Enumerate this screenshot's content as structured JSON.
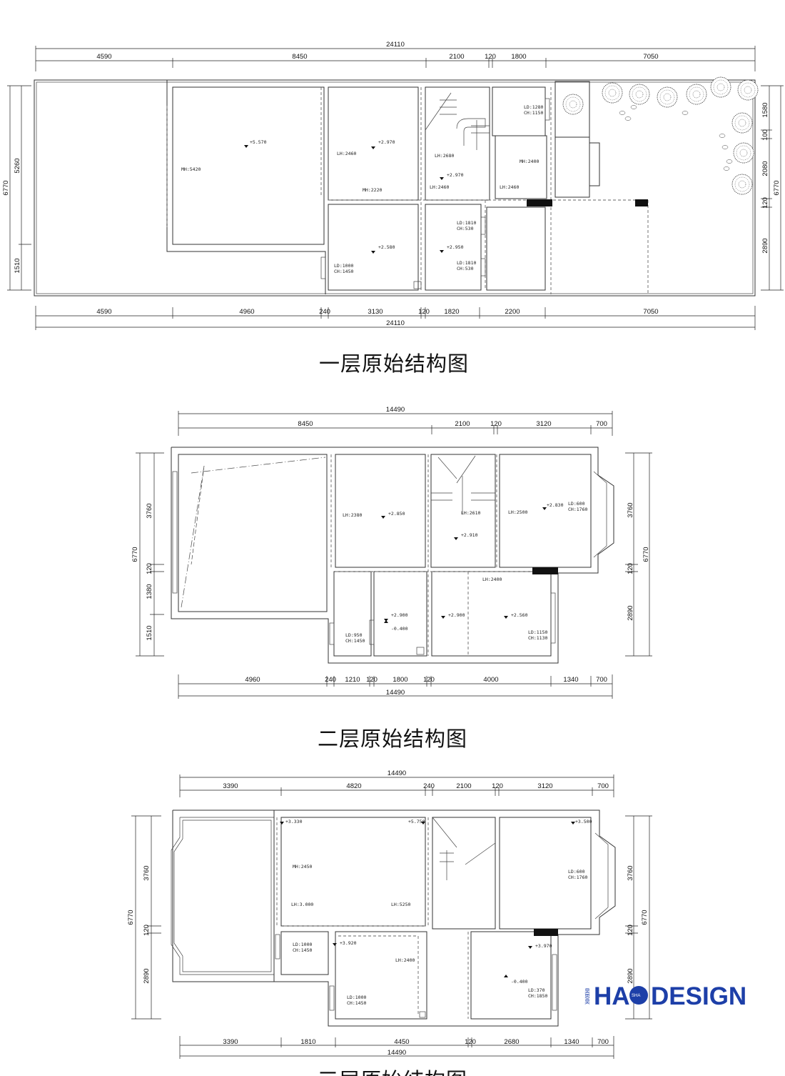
{
  "brand": {
    "logo_cn": "昊思昊",
    "logo_hao": "HA",
    "logo_small": "SHA",
    "logo_design": "DESIGN",
    "color": "#1d3fa8"
  },
  "plan1": {
    "title": "一层原始结构图",
    "dims_top_total": "24110",
    "dims_top": [
      "4590",
      "8450",
      "2100",
      "120",
      "1800",
      "7050"
    ],
    "dims_bottom": [
      "4590",
      "4960",
      "240",
      "3130",
      "120",
      "1820",
      "2200",
      "7050"
    ],
    "dims_bottom_total": "24110",
    "dims_left": [
      "6770",
      "5260",
      "1510"
    ],
    "dims_right": [
      "1580",
      "100",
      "2080",
      "120",
      "2890",
      "6770"
    ],
    "notes": {
      "lev1": "+5.570",
      "lev2": "+2.970",
      "lev3": "+2.970",
      "lev4": "+2.580",
      "lev5": "+2.950",
      "mh1": "MH:5420",
      "mh2": "MH:2220",
      "mh3": "MH:2400",
      "lh1": "LH:2460",
      "lh2": "LH:2680",
      "lh3": "LH:2460",
      "lh4": "LH:2460",
      "ld1a": "LD:1280",
      "ch1a": "CH:1150",
      "ld2a": "LD:1810",
      "ch2a": "CH:530",
      "ld3a": "LD:1810",
      "ch3a": "CH:530",
      "ld4a": "LD:1000",
      "ch4a": "CH:1450"
    }
  },
  "plan2": {
    "title": "二层原始结构图",
    "dims_top_total": "14490",
    "dims_top": [
      "8450",
      "2100",
      "120",
      "3120",
      "700"
    ],
    "dims_bottom": [
      "4960",
      "240",
      "1210",
      "120",
      "1800",
      "120",
      "4000",
      "1340",
      "700"
    ],
    "dims_bottom_total": "14490",
    "dims_left": [
      "6770",
      "3760",
      "120",
      "1380",
      "1510"
    ],
    "dims_right": [
      "3760",
      "120",
      "2890",
      "6770"
    ],
    "notes": {
      "lev1": "+2.850",
      "lev2": "+2.910",
      "lev3": "+2.830",
      "lev4": "+2.900",
      "lev4b": "-0.400",
      "lev5": "+2.900",
      "lev6": "+2.560",
      "lh1": "LH:2380",
      "lh2": "LH:2610",
      "lh3": "LH:2500",
      "lh4": "LH:2400",
      "ld1": "LD:600",
      "ch1": "CH:1760",
      "ld2": "LD:950",
      "ch2": "CH:1450",
      "ld3": "LD:1150",
      "ch3": "CH:1130"
    }
  },
  "plan3": {
    "title": "三层原始结构图",
    "dims_top_total": "14490",
    "dims_top": [
      "3390",
      "4820",
      "240",
      "2100",
      "120",
      "3120",
      "700"
    ],
    "dims_bottom": [
      "3390",
      "1810",
      "4450",
      "120",
      "2680",
      "1340",
      "700"
    ],
    "dims_bottom_total": "14490",
    "dims_left": [
      "6770",
      "3760",
      "120",
      "2890"
    ],
    "dims_right": [
      "3760",
      "120",
      "2890",
      "6770"
    ],
    "notes": {
      "lev1": "+3.330",
      "lev2": "+5.750",
      "lev3": "+3.500",
      "lev4": "+3.920",
      "lev5": "+3.970",
      "lev6": "-0.400",
      "mh1": "MH:2450",
      "lh1": "LH:3.000",
      "lh2": "LH:5250",
      "lh3": "LH:2400",
      "ld1": "LD:600",
      "ch1": "CH:1760",
      "ld2": "LD:1000",
      "ch2": "CH:1450",
      "ld3": "LD:1000",
      "ch3": "CH:1450",
      "ld4": "LD:370",
      "ch4": "CH:1850"
    }
  }
}
